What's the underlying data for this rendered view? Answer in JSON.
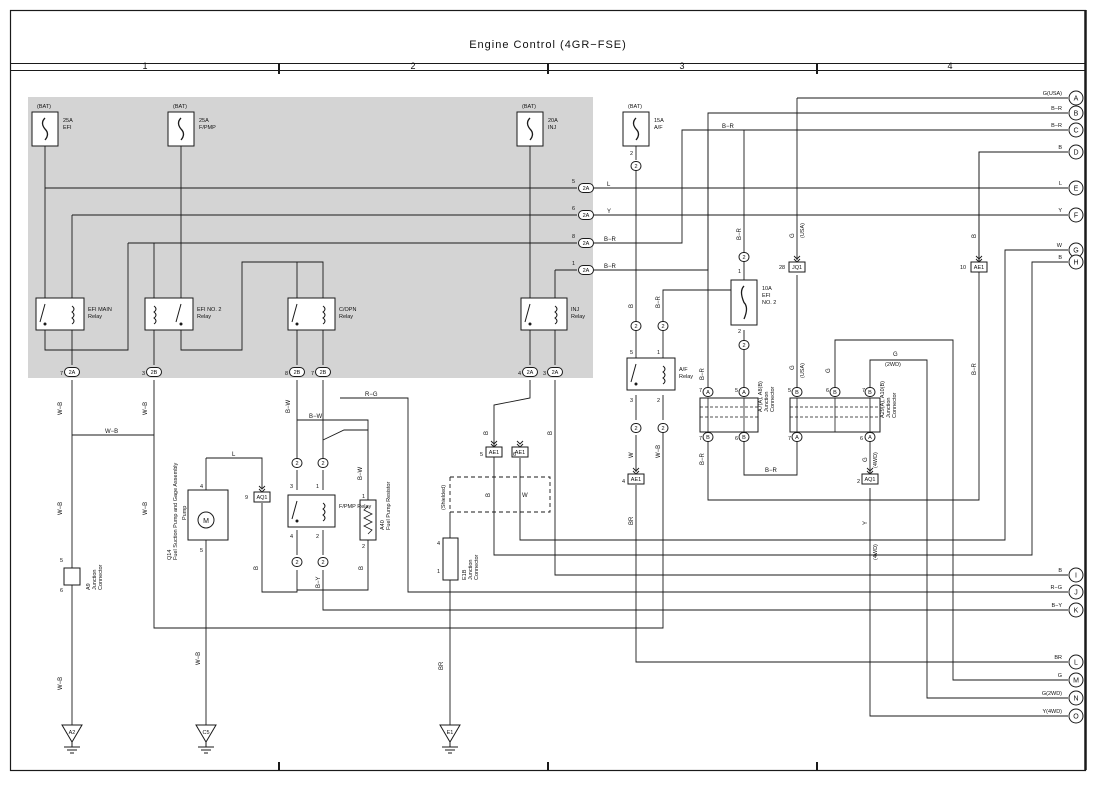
{
  "title": "Engine Control (4GR−FSE)",
  "columns": [
    "1",
    "2",
    "3",
    "4"
  ],
  "fuses": [
    {
      "id": "efi",
      "bat": "(BAT)",
      "rating": "25A",
      "name": "EFI"
    },
    {
      "id": "fpmp",
      "bat": "(BAT)",
      "rating": "25A",
      "name": "F/PMP"
    },
    {
      "id": "inj",
      "bat": "(BAT)",
      "rating": "20A",
      "name": "INJ"
    },
    {
      "id": "af",
      "bat": "(BAT)",
      "rating": "15A",
      "name": "A/F"
    },
    {
      "id": "efi2",
      "bat": "",
      "rating": "10A",
      "name": "EFI",
      "name2": "NO. 2"
    }
  ],
  "relays": [
    {
      "id": "efi-main",
      "name": "EFI MAIN",
      "sub": "Relay"
    },
    {
      "id": "efi-no2",
      "name": "EFI NO. 2",
      "sub": "Relay"
    },
    {
      "id": "copn",
      "name": "C/OPN",
      "sub": "Relay"
    },
    {
      "id": "inj",
      "name": "INJ",
      "sub": "Relay"
    },
    {
      "id": "af",
      "name": "A/F",
      "sub": "Relay"
    },
    {
      "id": "fpmp",
      "name": "F/PMP Relay",
      "sub": ""
    }
  ],
  "wire_colors": {
    "L": "L",
    "Y": "Y",
    "BR_dash": "B−R",
    "B": "B",
    "W": "W",
    "G": "G",
    "WB": "W−B",
    "BW": "B−W",
    "RG": "R−G",
    "BY": "B−Y",
    "BR": "BR",
    "G_USA": "G(USA)",
    "G_2WD": "G(2WD)",
    "Y_4WD": "Y(4WD)",
    "usa": "(USA)",
    "twowd": "(2WD)",
    "fourwd": "(4WD)",
    "shielded": "(Shielded)"
  },
  "connectors": {
    "c2A": "2A",
    "c2B": "2B",
    "c2": "2",
    "AE1": "AE1",
    "AQ1": "AQ1",
    "JQ1": "JQ1",
    "cA": "A",
    "cB": "B"
  },
  "pins": {
    "p1": "1",
    "p2": "2",
    "p3": "3",
    "p4": "4",
    "p5": "5",
    "p6": "6",
    "p7": "7",
    "p8": "8",
    "p9": "9",
    "p10": "10",
    "p28": "28"
  },
  "components": {
    "pump": "Pump",
    "q14": "Q14",
    "q14_name": "Fuel Suction Pump and Gage Assembly",
    "m": "M",
    "a40": "A40",
    "a40_name": "Fuel Pump Resistor",
    "a9": "A9",
    "a9_name": "Junction",
    "a9_name2": "Connector",
    "e1b": "E1B",
    "e1b_name": "Junction",
    "e1b_name2": "Connector",
    "jc1_code": "A7(A), A8(B)",
    "jc1_name": "Junction",
    "jc1_name2": "Connector",
    "jc2_code": "A29(A), A10(B)",
    "jc2_name": "Junction",
    "jc2_name2": "Connector"
  },
  "grounds": [
    "A2",
    "C5",
    "E1"
  ],
  "terminals": [
    {
      "letter": "A",
      "label": "G(USA)"
    },
    {
      "letter": "B",
      "label": "B−R"
    },
    {
      "letter": "C",
      "label": "B−R"
    },
    {
      "letter": "D",
      "label": "B"
    },
    {
      "letter": "E",
      "label": "L"
    },
    {
      "letter": "F",
      "label": "Y"
    },
    {
      "letter": "G",
      "label": "W"
    },
    {
      "letter": "H",
      "label": "B"
    },
    {
      "letter": "I",
      "label": "B"
    },
    {
      "letter": "J",
      "label": "R−G"
    },
    {
      "letter": "K",
      "label": "B−Y"
    },
    {
      "letter": "L",
      "label": "BR"
    },
    {
      "letter": "M",
      "label": "G"
    },
    {
      "letter": "N",
      "label": "G(2WD)"
    },
    {
      "letter": "O",
      "label": "Y(4WD)"
    }
  ],
  "colors": {
    "line": "#1a1a1a",
    "shade": "#d4d4d4"
  }
}
